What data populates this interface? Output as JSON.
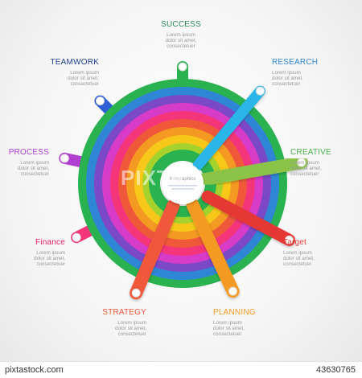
{
  "center_hub": {
    "text": "Infographics"
  },
  "rings": [
    "#2ab150",
    "#2f86d6",
    "#7b49c7",
    "#d63cc8",
    "#f5357a",
    "#f0583a",
    "#f49922",
    "#f7c81a",
    "#a5d22c",
    "#2ab150",
    "#ffffff"
  ],
  "segments": [
    {
      "id": "success",
      "title": "SUCCESS",
      "body": "Lorem    ipsum\ndolor sit amet,\nconsectetuer",
      "color": "#2e8b57",
      "align": "center"
    },
    {
      "id": "research",
      "title": "RESEARCH",
      "body": "Lorem    ipsum\ndolor sit amet,\nconsectetuer",
      "color": "#2f86d6",
      "align": "left"
    },
    {
      "id": "creative",
      "title": "CREATIVE",
      "body": "Lorem    ipsum\ndolor sit amet,\nconsectetuer",
      "color": "#4caf50",
      "align": "left"
    },
    {
      "id": "target",
      "title": "Target",
      "body": "Lorem    ipsum\ndolor sit amet,\nconsectetuer",
      "color": "#e53935",
      "align": "left"
    },
    {
      "id": "planning",
      "title": "PLANNING",
      "body": "Lorem    ipsum\ndolor sit amet,\nconsectetuer",
      "color": "#f49922",
      "align": "left"
    },
    {
      "id": "strategy",
      "title": "STRATEGY",
      "body": "Lorem    ipsum\ndolor sit amet,\nconsectetuer",
      "color": "#f0583a",
      "align": "right"
    },
    {
      "id": "finance",
      "title": "Finance",
      "body": "Lorem    ipsum\ndolor sit amet,\nconsectetuer",
      "color": "#e91e63",
      "align": "right"
    },
    {
      "id": "process",
      "title": "PROCESS",
      "body": "Lorem    ipsum\ndolor sit amet,\nconsectetuer",
      "color": "#b03fd0",
      "align": "right"
    },
    {
      "id": "teamwork",
      "title": "TEAMWORK",
      "body": "Lorem    ipsum\ndolor sit amet,\nconsectetuer",
      "color": "#1f3f8f",
      "align": "right"
    }
  ],
  "spoke_colors": {
    "success": "#2ab150",
    "research": "#29b6e8",
    "creative": "#8bc34a",
    "target": "#e53935",
    "planning": "#f49922",
    "strategy": "#f0583a",
    "finance": "#f5357a",
    "process": "#b03fd0",
    "teamwork": "#2f5fd6"
  },
  "watermark": "PIXTA",
  "footer": {
    "brand": "pixtastock.com",
    "id": "43630765"
  }
}
